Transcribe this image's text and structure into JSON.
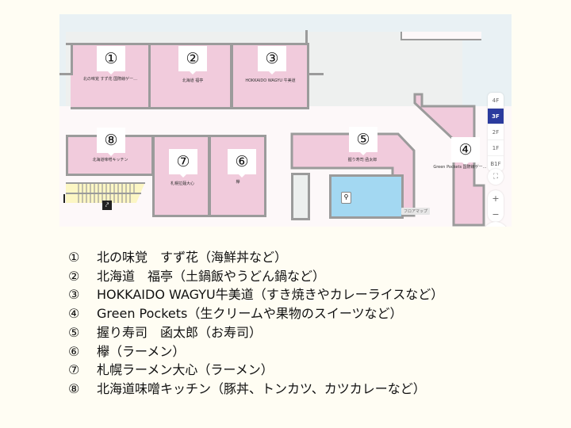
{
  "map": {
    "floors": [
      "4F",
      "3F",
      "2F",
      "1F",
      "B1F"
    ],
    "active_floor": "3F",
    "zoom_in_label": "+",
    "zoom_out_label": "−",
    "fullscreen_icon": "⛶",
    "floormap_badge": "フロアマップ",
    "shops": [
      {
        "marker": "①",
        "label": "北の味覚 すず花 国際線ゲー…"
      },
      {
        "marker": "②",
        "label": "北海道 福亭"
      },
      {
        "marker": "③",
        "label": "HOKKAIDO WAGYU 牛美道"
      },
      {
        "marker": "④",
        "label": "Green Pockets 国際線ゲー…"
      },
      {
        "marker": "⑤",
        "label": "握り寿司 函太郎"
      },
      {
        "marker": "⑥",
        "label": "欅"
      },
      {
        "marker": "⑦",
        "label": "札幌拉麺大心"
      },
      {
        "marker": "⑧",
        "label": "北海道味噌キッチン"
      }
    ],
    "colors": {
      "shop_fill": "#f1cbdc",
      "wall": "#9b9b9b",
      "water_area": "#a3d8f2",
      "active_floor": "#2b3b9e"
    }
  },
  "legend": [
    {
      "num": "①",
      "text": "北の味覚　すず花（海鮮丼など）"
    },
    {
      "num": "②",
      "text": "北海道　福亭（土鍋飯やうどん鍋など）"
    },
    {
      "num": "③",
      "text": "HOKKAIDO WAGYU牛美道（すき焼きやカレーライスなど）"
    },
    {
      "num": "④",
      "text": "Green Pockets（生クリームや果物のスイーツなど）"
    },
    {
      "num": "⑤",
      "text": "握り寿司　函太郎（お寿司）"
    },
    {
      "num": "⑥",
      "text": "欅（ラーメン）"
    },
    {
      "num": "⑦",
      "text": "札幌ラーメン大心（ラーメン）"
    },
    {
      "num": "⑧",
      "text": "北海道味噌キッチン（豚丼、トンカツ、カツカレーなど）"
    }
  ]
}
